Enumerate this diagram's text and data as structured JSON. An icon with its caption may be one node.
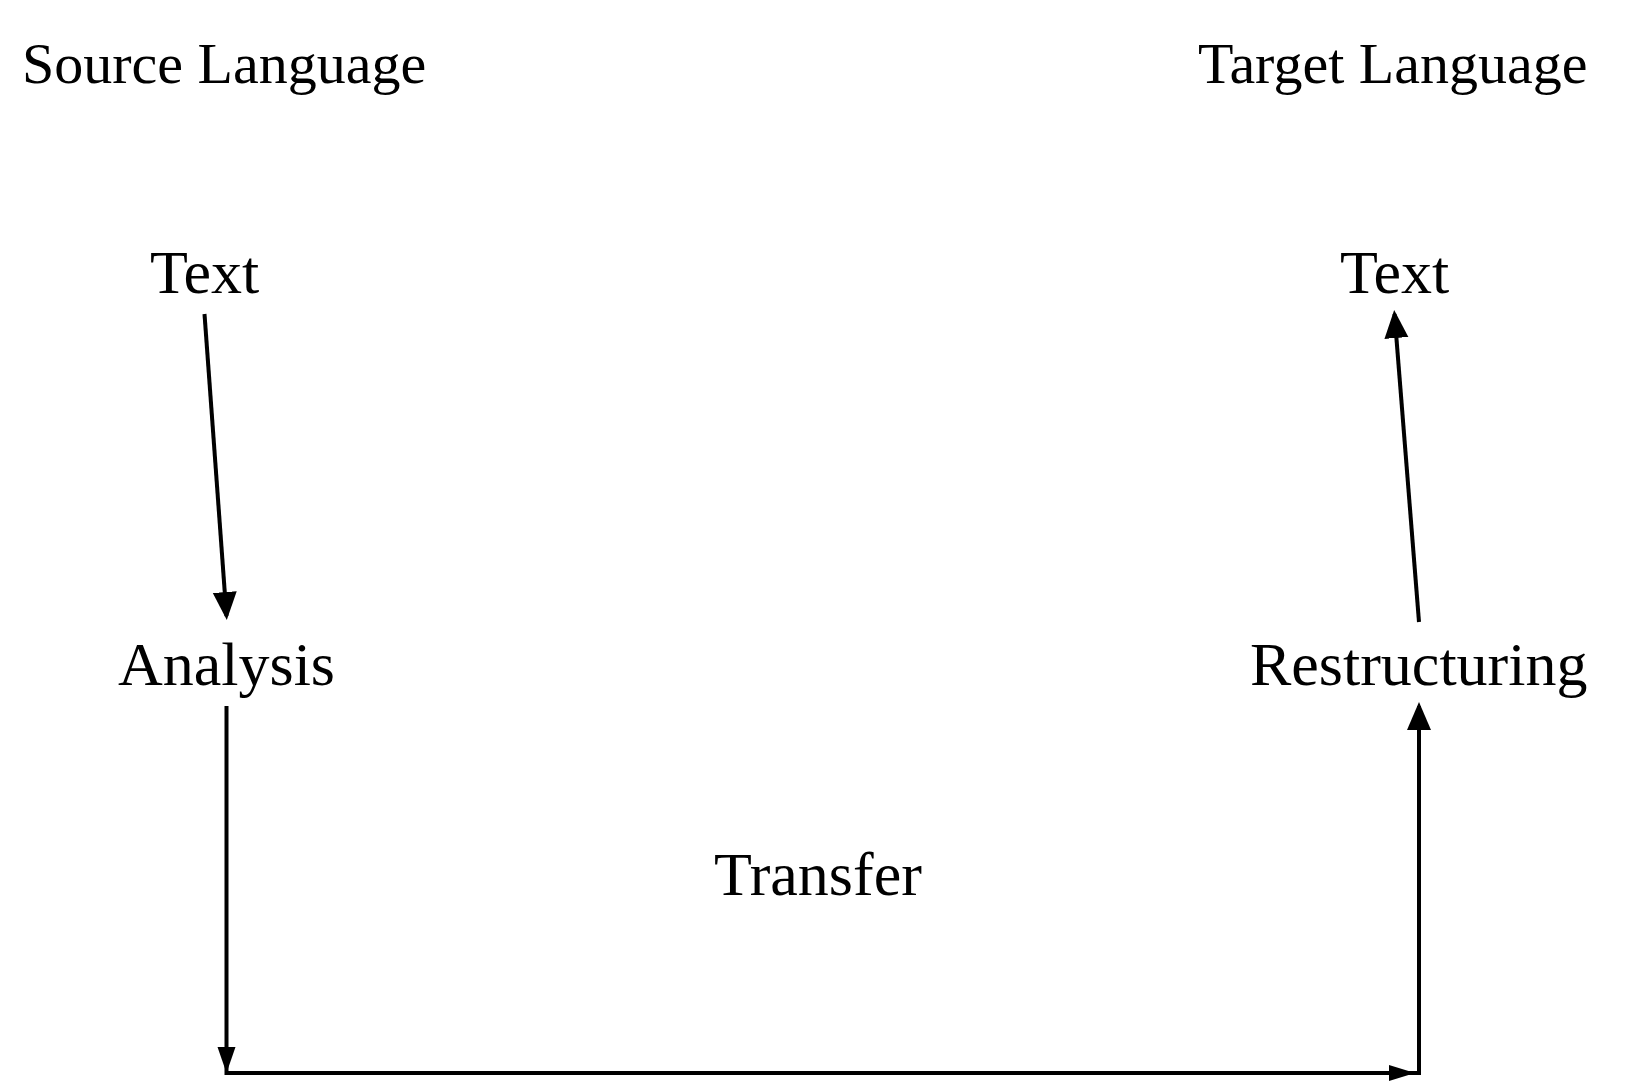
{
  "diagram": {
    "nodes": [
      {
        "text": [
          "Text"
        ]
      },
      {
        "text": [
          "Text"
        ]
      },
      {
        "text": [
          "Analysis"
        ]
      },
      {
        "text": [
          "Restructuring"
        ]
      }
    ],
    "edges": [
      {
        "from": 0,
        "to": 2,
        "arrow": "to"
      },
      {
        "from": 2,
        "to": 3,
        "arrow": "to",
        "label": "Transfer"
      },
      {
        "from": 3,
        "to": 1,
        "arrow": "to"
      }
    ],
    "labels": [
      "Source Language",
      "Target Language"
    ]
  }
}
